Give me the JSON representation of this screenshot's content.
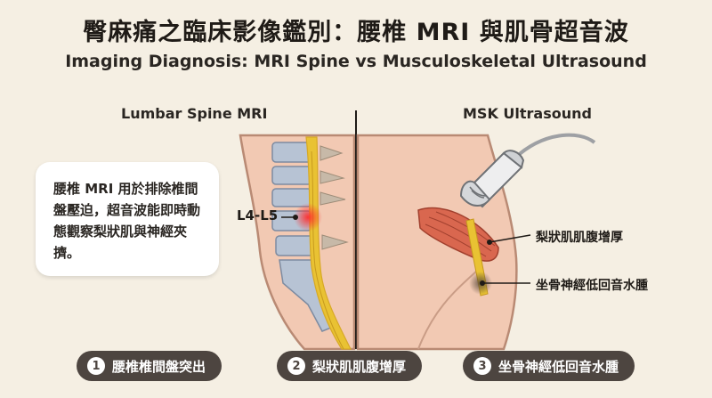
{
  "title_zh": "臀麻痛之臨床影像鑑別：腰椎 MRI 與肌骨超音波",
  "title_en": "Imaging Diagnosis: MRI Spine vs Musculoskeletal Ultrasound",
  "panels": {
    "left_label": "Lumbar Spine MRI",
    "right_label": "MSK Ultrasound"
  },
  "note": "腰椎 MRI 用於排除椎間盤壓迫，超音波能即時動態觀察梨狀肌與神經夾擠。",
  "callouts": {
    "level": "L4-L5",
    "piriformis": "梨狀肌肌腹增厚",
    "sciatic": "坐骨神經低回音水腫"
  },
  "findings": [
    {
      "num": "1",
      "label": "腰椎椎間盤突出"
    },
    {
      "num": "2",
      "label": "梨狀肌肌腹增厚"
    },
    {
      "num": "3",
      "label": "坐骨神經低回音水腫"
    }
  ],
  "colors": {
    "background": "#f5efe3",
    "skin": "#f2c9b3",
    "nerve": "#e9c233",
    "muscle": "#d9674f",
    "pill": "#4d4540"
  }
}
